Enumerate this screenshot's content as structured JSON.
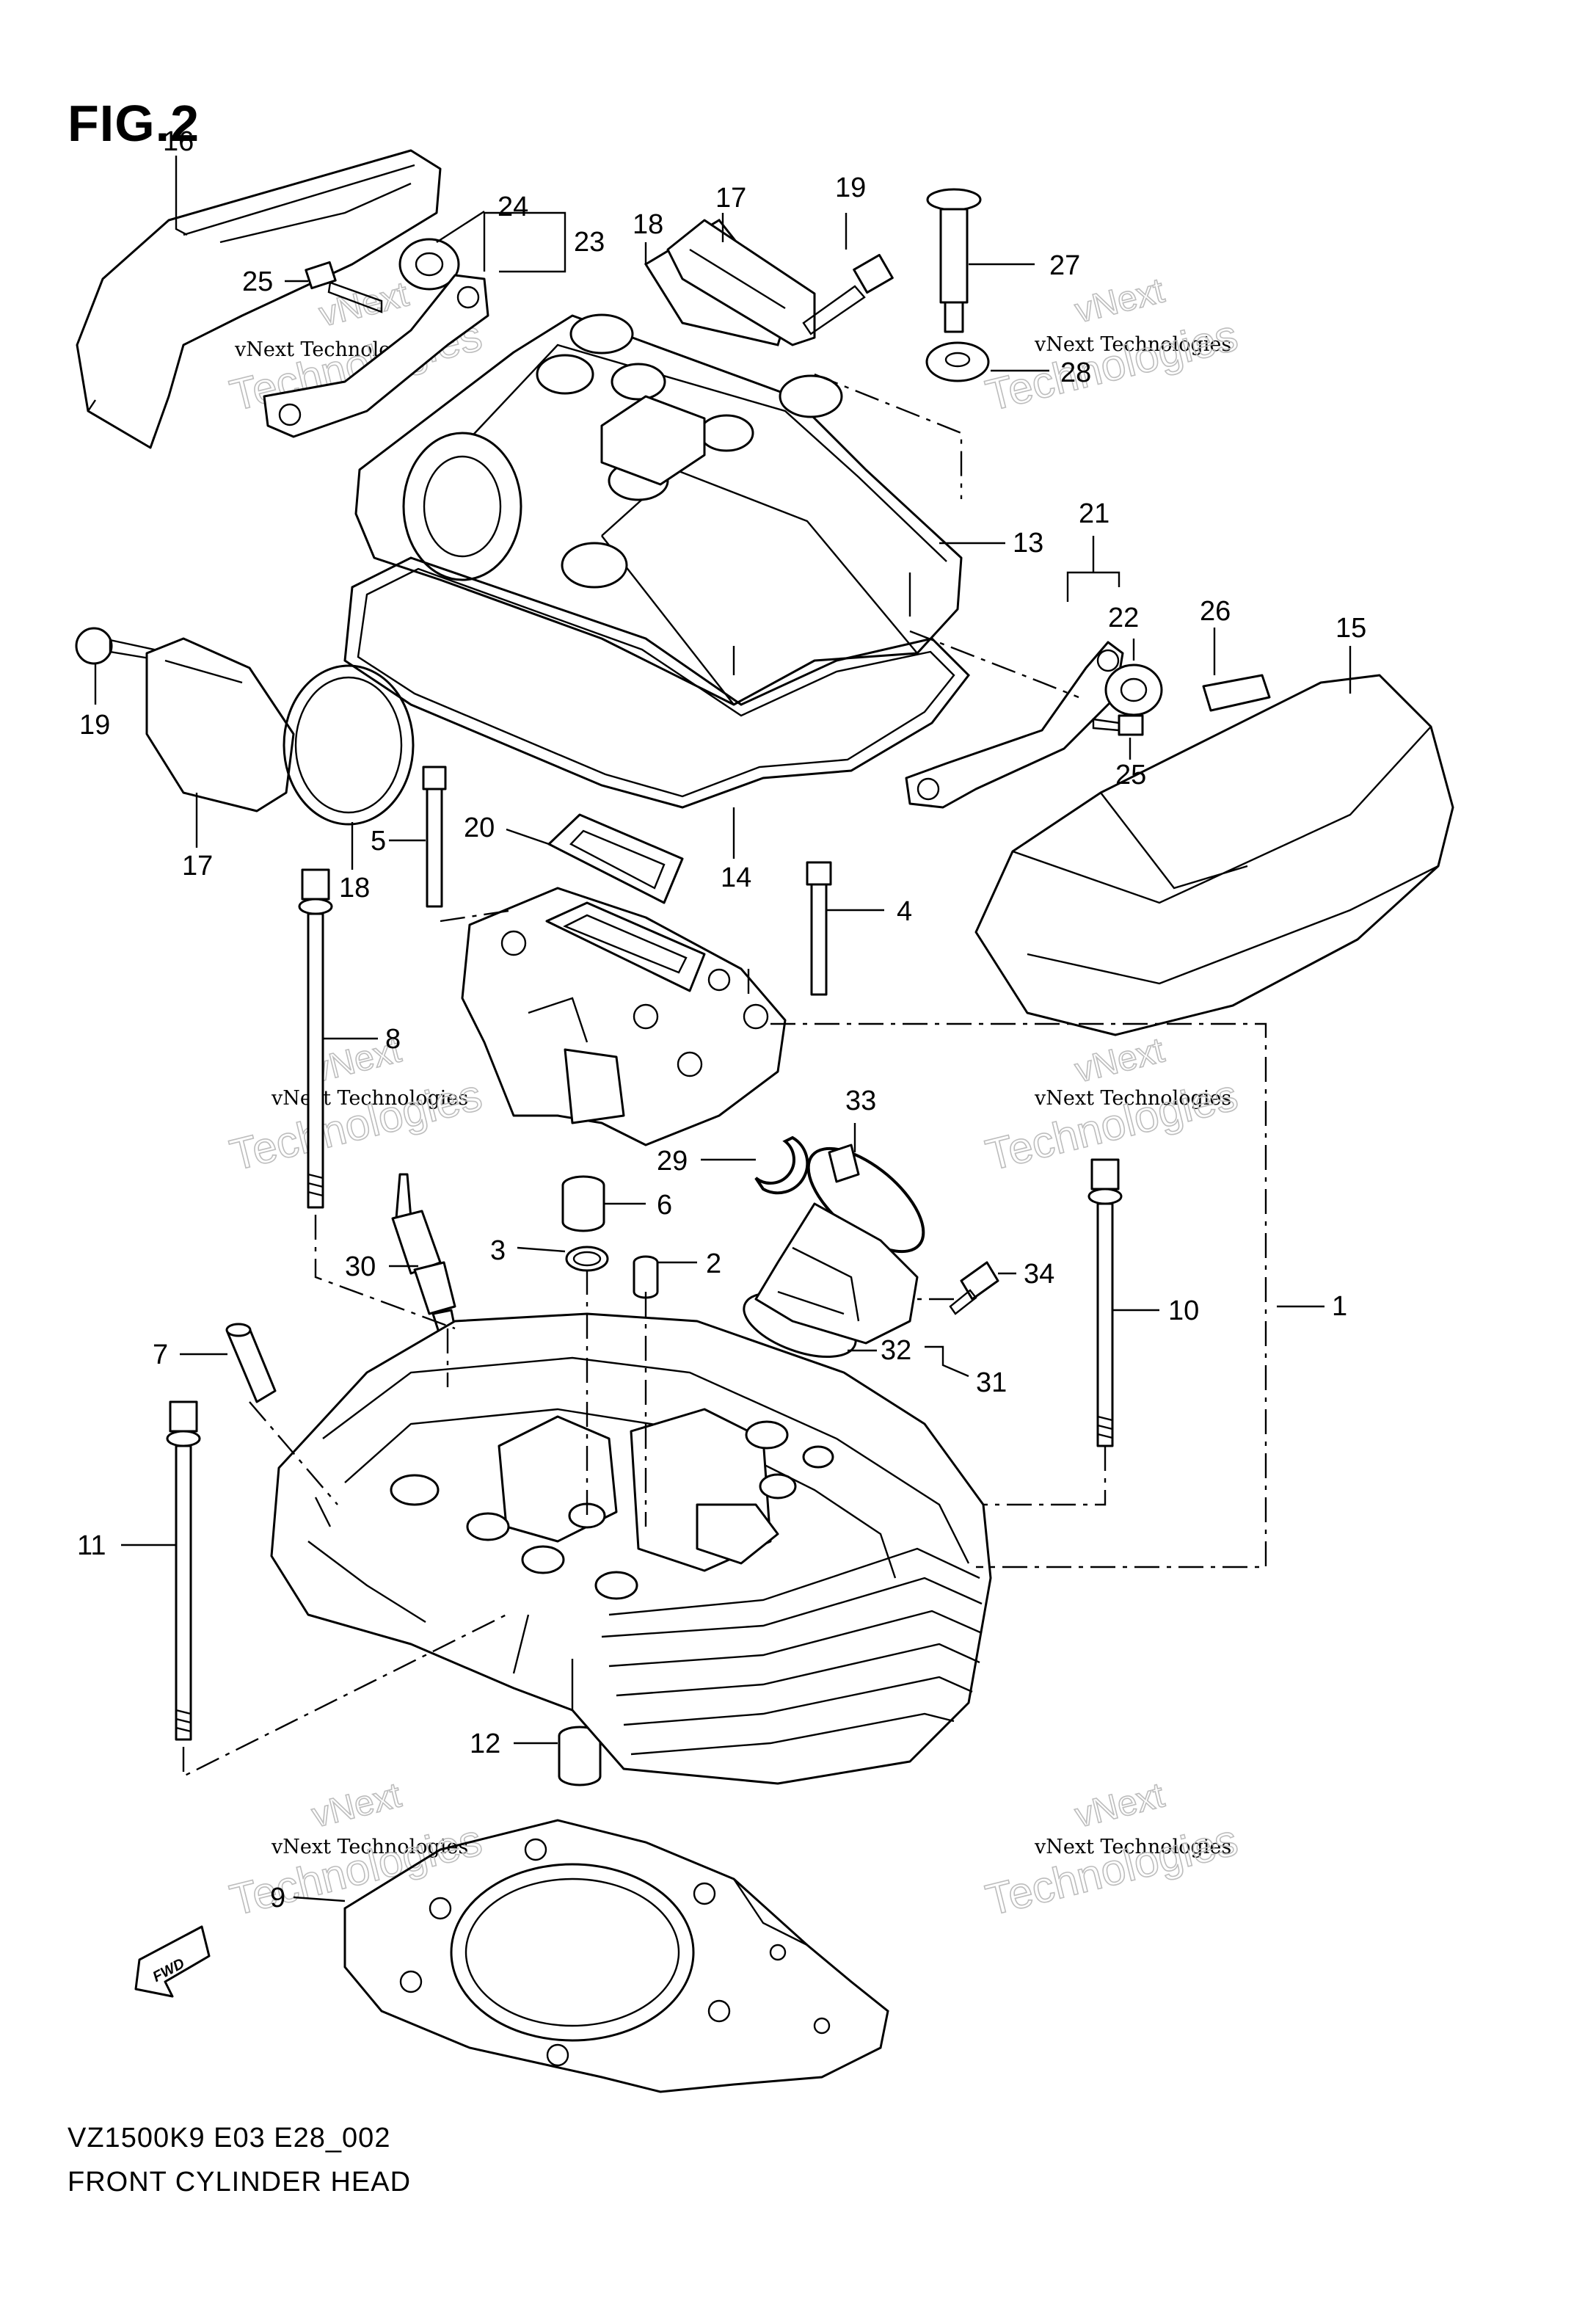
{
  "figure_label": "FIG.2",
  "caption_model": "VZ1500K9 E03 E28_002",
  "caption_title": "FRONT CYLINDER HEAD",
  "fwd_label": "FWD",
  "watermark_line1": "vNext Technologies",
  "watermark_line2": "Technologies",
  "watermark_line3": "vNext",
  "callouts": {
    "p1": "1",
    "p2": "2",
    "p3": "3",
    "p4": "4",
    "p5": "5",
    "p6": "6",
    "p7": "7",
    "p8": "8",
    "p9": "9",
    "p10": "10",
    "p11": "11",
    "p12": "12",
    "p13": "13",
    "p14": "14",
    "p15": "15",
    "p16": "16",
    "p17a": "17",
    "p17b": "17",
    "p18a": "18",
    "p18b": "18",
    "p19a": "19",
    "p19b": "19",
    "p20": "20",
    "p21": "21",
    "p22": "22",
    "p23": "23",
    "p24": "24",
    "p25a": "25",
    "p25b": "25",
    "p26": "26",
    "p27": "27",
    "p28": "28",
    "p29": "29",
    "p30": "30",
    "p31": "31",
    "p32": "32",
    "p33": "33",
    "p34": "34"
  }
}
